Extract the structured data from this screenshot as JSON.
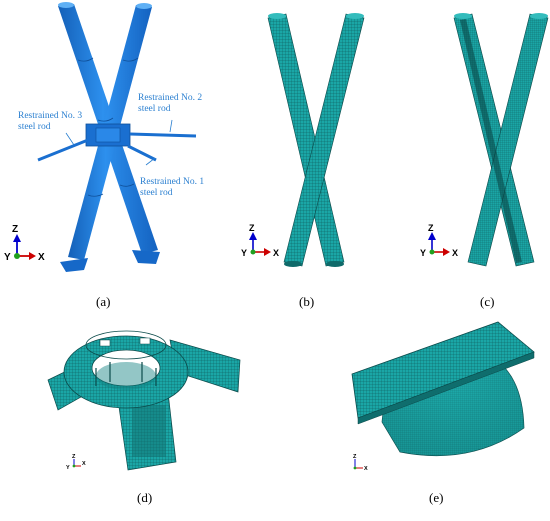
{
  "panels": [
    {
      "id": "a",
      "label": "(a)"
    },
    {
      "id": "b",
      "label": "(b)"
    },
    {
      "id": "c",
      "label": "(c)"
    },
    {
      "id": "d",
      "label": "(d)"
    },
    {
      "id": "e",
      "label": "(e)"
    }
  ],
  "annotations": {
    "rod1_line1": "Restrained No. 1",
    "rod1_line2": "steel rod",
    "rod2_line1": "Restrained No. 2",
    "rod2_line2": "steel rod",
    "rod3_line1": "Restrained No. 3",
    "rod3_line2": "steel rod"
  },
  "axes": {
    "x": "X",
    "y": "Y",
    "z": "Z"
  },
  "colors": {
    "solid_blue": "#1f7fe0",
    "mesh_teal": "#1aa6a6",
    "annotation": "#2a7fd0"
  }
}
